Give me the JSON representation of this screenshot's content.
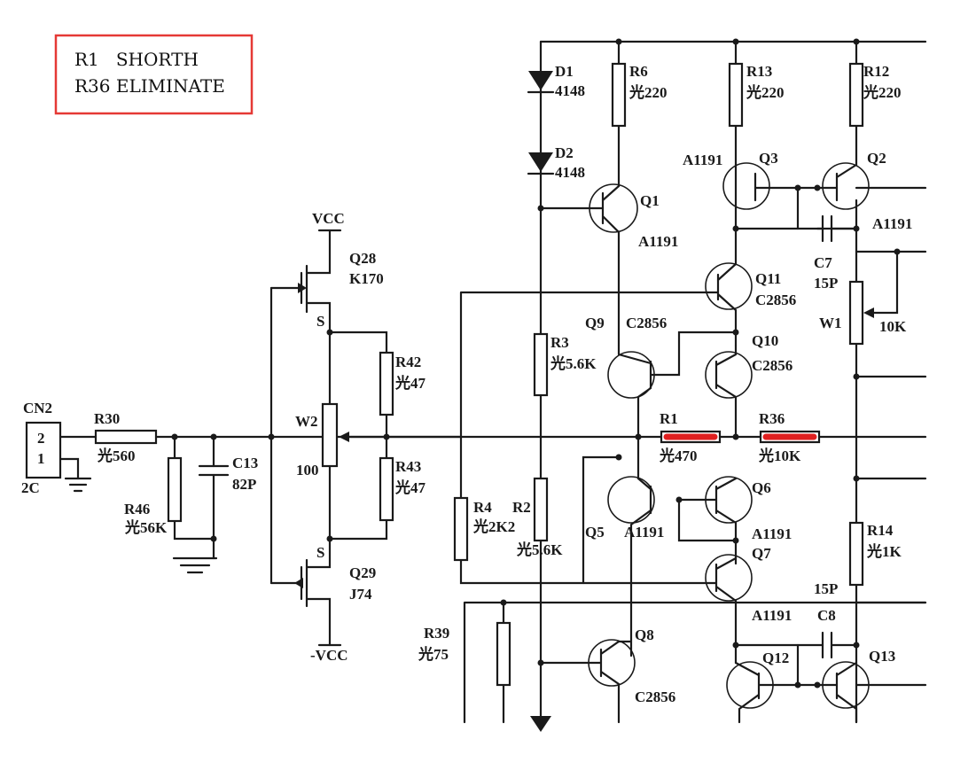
{
  "note": {
    "line1": "R1   SHORTH",
    "line2": "R36 ELIMINATE",
    "border_color": "#e53935"
  },
  "labels": {
    "cn2": "CN2",
    "cn2_pin2": "2",
    "cn2_pin1": "1",
    "cn2_2c": "2C",
    "r30": "R30",
    "r30_val": "光560",
    "r46": "R46",
    "r46_val": "光56K",
    "c13": "C13",
    "c13_val": "82P",
    "vcc": "VCC",
    "nvcc": "-VCC",
    "q28": "Q28",
    "q28_part": "K170",
    "q29": "Q29",
    "q29_part": "J74",
    "s_top": "S",
    "s_bot": "S",
    "w2": "W2",
    "w2_val": "100",
    "r42": "R42",
    "r42_val": "光47",
    "r43": "R43",
    "r43_val": "光47",
    "d1": "D1",
    "d1_val": "4148",
    "d2": "D2",
    "d2_val": "4148",
    "r6": "R6",
    "r6_val": "光220",
    "r13": "R13",
    "r13_val": "光220",
    "r12": "R12",
    "r12_val": "光220",
    "q1": "Q1",
    "q1_part": "A1191",
    "q3": "Q3",
    "q3_part": "A1191",
    "q2": "Q2",
    "q2_part": "A1191",
    "c7": "C7",
    "c7_val": "15P",
    "q11": "Q11",
    "q11_part": "C2856",
    "w1": "W1",
    "w1_val": "10K",
    "q9": "Q9",
    "q9_part": "C2856",
    "q10": "Q10",
    "q10_part": "C2856",
    "r3": "R3",
    "r3_val": "光5.6K",
    "r1": "R1",
    "r1_val": "光470",
    "r36": "R36",
    "r36_val": "光10K",
    "r4": "R4",
    "r4_val": "光2K2",
    "r2": "R2",
    "r2_val": "光5.6K",
    "q5": "Q5",
    "q5_part": "A1191",
    "q6": "Q6",
    "q6_part": "A1191",
    "q7": "Q7",
    "q7_part": "A1191",
    "r14": "R14",
    "r14_val": "光1K",
    "c8": "C8",
    "c8_val": "15P",
    "q12": "Q12",
    "q13": "Q13",
    "r39": "R39",
    "r39_val": "光75",
    "q8": "Q8",
    "q8_part": "C2856"
  },
  "highlight_color": "#e02020"
}
